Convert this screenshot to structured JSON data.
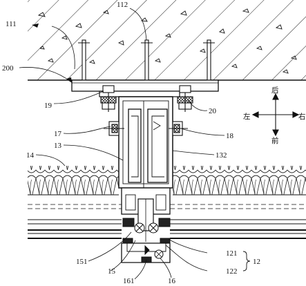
{
  "labels": {
    "l111": "111",
    "l112": "112",
    "l200": "200",
    "l19": "19",
    "l20": "20",
    "l17": "17",
    "l18": "18",
    "l13": "13",
    "l132": "132",
    "l14": "14",
    "l121": "121",
    "l12": "12",
    "l122": "122",
    "l151": "151",
    "l15": "15",
    "l161": "161",
    "l16": "16"
  },
  "compass": {
    "back": "后",
    "front": "前",
    "left": "左",
    "right": "右"
  }
}
